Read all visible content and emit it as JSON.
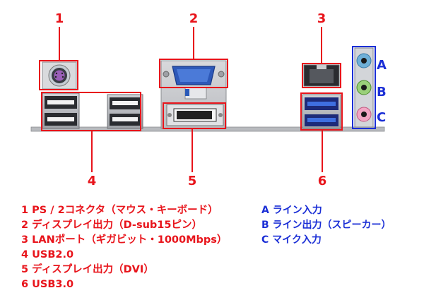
{
  "colors": {
    "red": "#e8141b",
    "blue": "#1b2fd6",
    "panel": "#e9eaec",
    "panel_edge": "#8a8c90"
  },
  "callouts": {
    "n1": "1",
    "n2": "2",
    "n3": "3",
    "n4": "4",
    "n5": "5",
    "n6": "6",
    "a": "A",
    "b": "B",
    "c": "C"
  },
  "legend": {
    "left": [
      "1 PS / 2コネクタ（マウス・キーボード）",
      "2 ディスプレイ出力（D-sub15ピン）",
      "3 LANポート（ギガビット・1000Mbps）",
      "4 USB2.0",
      "5 ディスプレイ出力（DVI）",
      "6 USB3.0"
    ],
    "right": [
      "A ライン入力",
      "B ライン出力（スピーカー）",
      "C マイク入力"
    ]
  }
}
